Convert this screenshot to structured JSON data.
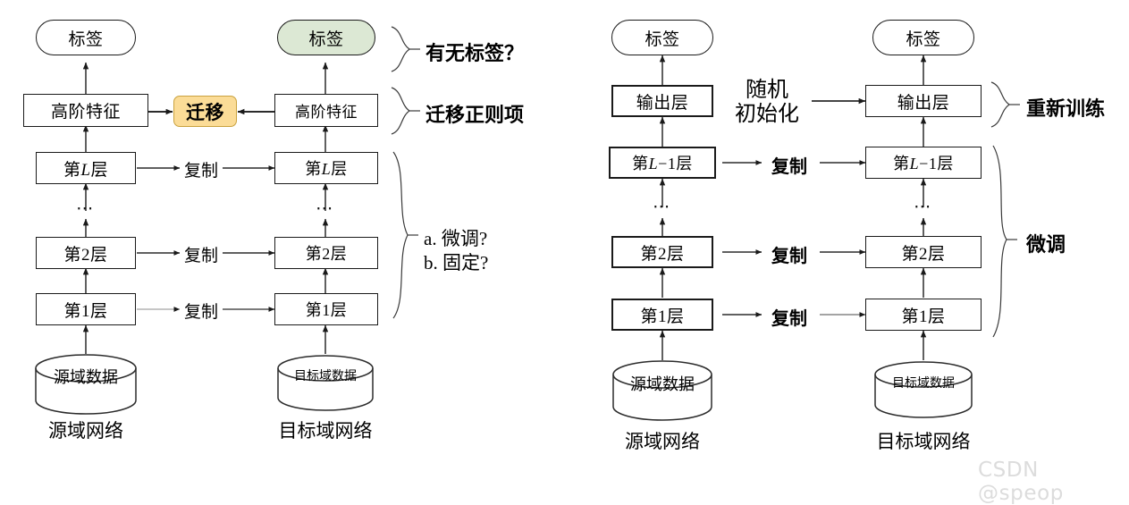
{
  "figure": {
    "title": "",
    "watermark": "CSDN @speop",
    "colors": {
      "transfer_chip_fill": "#fbdc97",
      "transfer_chip_border": "#c9a23f",
      "label_pill_green_fill": "#dce8d4",
      "stroke": "#1a1a1a",
      "background": "#ffffff",
      "watermark_color": "#dcdcdc"
    }
  },
  "left_diagram": {
    "name": "deep-transfer-learning-with-transfer-regularizer",
    "source_column": {
      "caption": "源域网络",
      "nodes": {
        "label": "标签",
        "high_feature": "高阶特征",
        "layer_L": "第L层",
        "ellipsis": "⋯",
        "layer_2": "第2层",
        "layer_1": "第1层",
        "data": "源域数据"
      }
    },
    "target_column": {
      "caption": "目标域网络",
      "nodes": {
        "label": "标签",
        "high_feature": "高阶特征",
        "layer_L": "第L层",
        "ellipsis": "⋯",
        "layer_2": "第2层",
        "layer_1": "第1层",
        "data": "目标域数据"
      }
    },
    "center": {
      "transfer_chip": "迁移",
      "copy_L": "复制",
      "copy_2": "复制",
      "copy_1": "复制"
    },
    "annotations": [
      {
        "key": "label_question",
        "text": "有无标签？"
      },
      {
        "key": "transfer_regularizer",
        "text": "迁移正则项"
      },
      {
        "key": "finetune_or_freeze_a",
        "text": "a. 微调?"
      },
      {
        "key": "finetune_or_freeze_b",
        "text": "b. 固定?"
      }
    ]
  },
  "right_diagram": {
    "name": "finetuning-pretrained-network",
    "source_column": {
      "caption": "源域网络",
      "nodes": {
        "label": "标签",
        "output_layer": "输出层",
        "layer_Lm1": "第L−1层",
        "ellipsis": "⋯",
        "layer_2": "第2层",
        "layer_1": "第1层",
        "data": "源域数据"
      }
    },
    "target_column": {
      "caption": "目标域网络",
      "nodes": {
        "label": "标签",
        "output_layer": "输出层",
        "layer_Lm1": "第L−1层",
        "ellipsis": "⋯",
        "layer_2": "第2层",
        "layer_1": "第1层",
        "data": "目标域数据"
      }
    },
    "center": {
      "random_init": "随机\n初始化",
      "copy_Lm1": "复制",
      "copy_2": "复制",
      "copy_1": "复制"
    },
    "annotations": [
      {
        "key": "retrain",
        "text": "重新训练"
      },
      {
        "key": "finetune",
        "text": "微调"
      }
    ]
  }
}
